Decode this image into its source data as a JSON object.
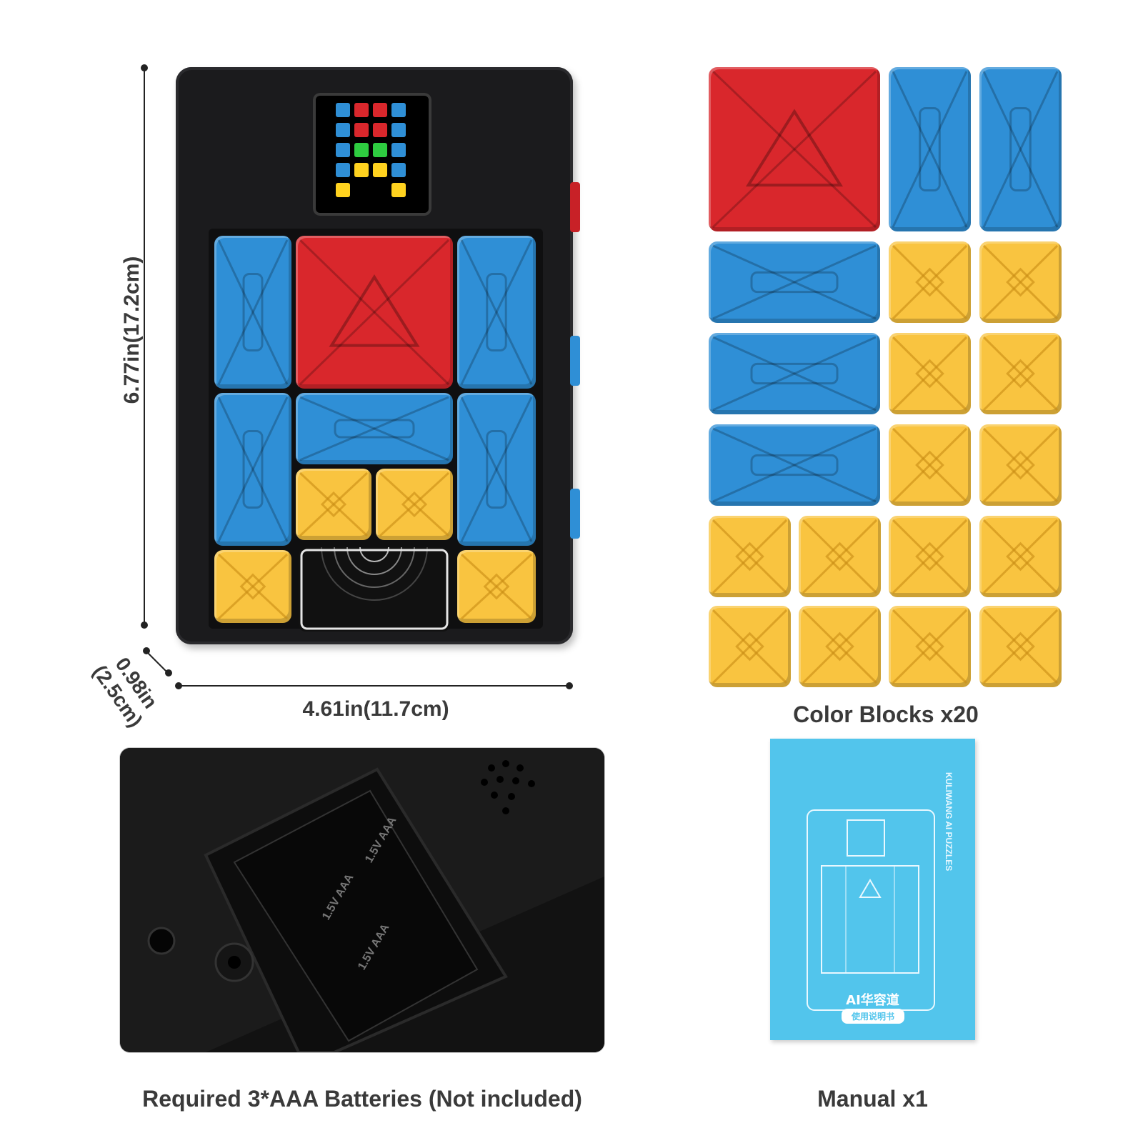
{
  "dimensions": {
    "height_label": "6.77in(17.2cm)",
    "width_label": "4.61in(11.7cm)",
    "depth_label_line1": "0.98in",
    "depth_label_line2": "(2.5cm)"
  },
  "captions": {
    "blocks": "Color Blocks x20",
    "batteries": "Required 3*AAA Batteries (Not included)",
    "manual": "Manual x1"
  },
  "battery_labels": [
    "1.5V AAA",
    "1.5V AAA",
    "1.5V AAA"
  ],
  "manual": {
    "spine_text": "KULIWANG AI PUZZLES",
    "title": "AI华容道",
    "subtitle": "使用说明书"
  },
  "colors": {
    "blue": "#2f8fd6",
    "red": "#d9272c",
    "yellow": "#f9c440",
    "device": "#1b1b1d",
    "manual": "#52c5ec"
  },
  "block_counts": {
    "red": 1,
    "blue": 5,
    "yellow": 14
  }
}
